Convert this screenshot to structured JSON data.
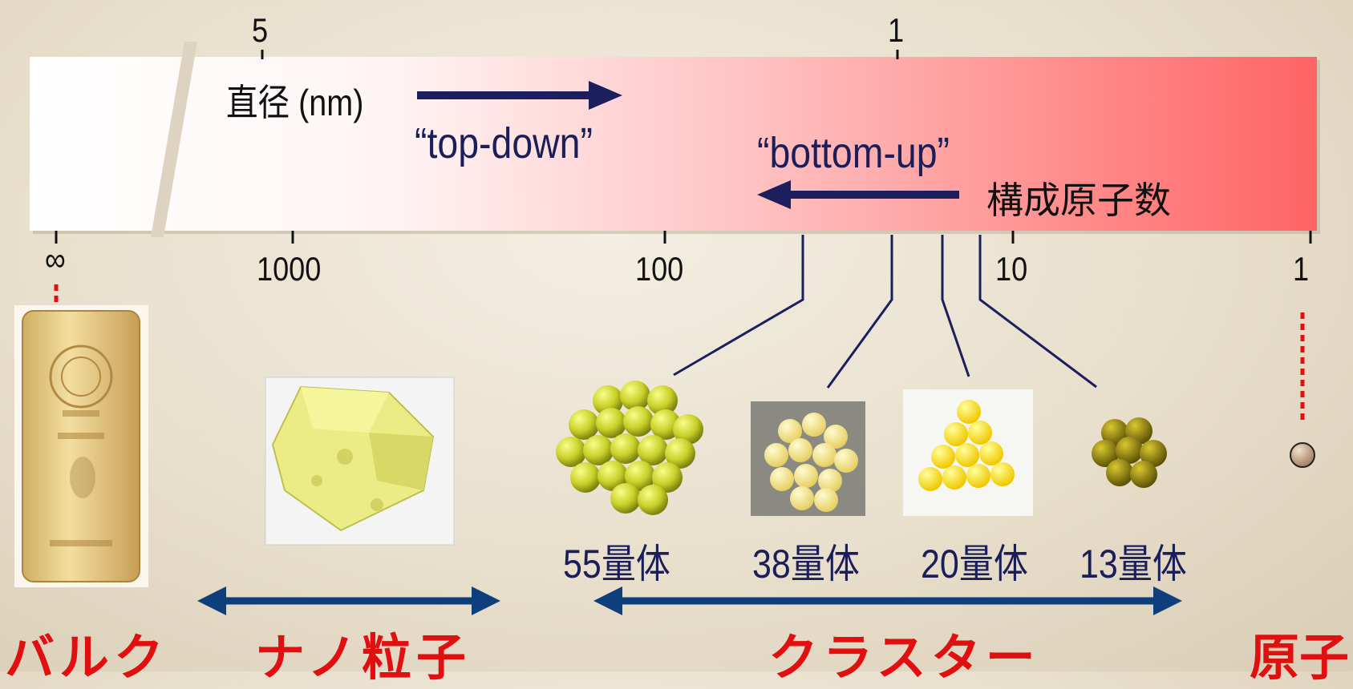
{
  "scale_top": {
    "ticks": [
      {
        "label": "5"
      },
      {
        "label": "1"
      }
    ]
  },
  "scale_bottom": {
    "ticks": [
      {
        "label": "∞"
      },
      {
        "label": "1000"
      },
      {
        "label": "100"
      },
      {
        "label": "10"
      },
      {
        "label": "1"
      }
    ]
  },
  "bar": {
    "diameter_label": "直径 (nm)",
    "atom_count_label": "構成原子数",
    "top_down": "“top-down”",
    "bottom_up": "“bottom-up”"
  },
  "clusters": [
    {
      "label": "55量体"
    },
    {
      "label": "38量体"
    },
    {
      "label": "20量体"
    },
    {
      "label": "13量体"
    }
  ],
  "regions": {
    "bulk": "バルク",
    "nano": "ナノ粒子",
    "cluster": "クラスター",
    "atom": "原子"
  },
  "colors": {
    "bar_start": "#ffffff",
    "bar_end": "#ff6464",
    "arrow": "#1c1f5e",
    "range_arrow": "#0e3e7c",
    "region_text": "#e01010",
    "connector_dotted": "#e01010"
  }
}
